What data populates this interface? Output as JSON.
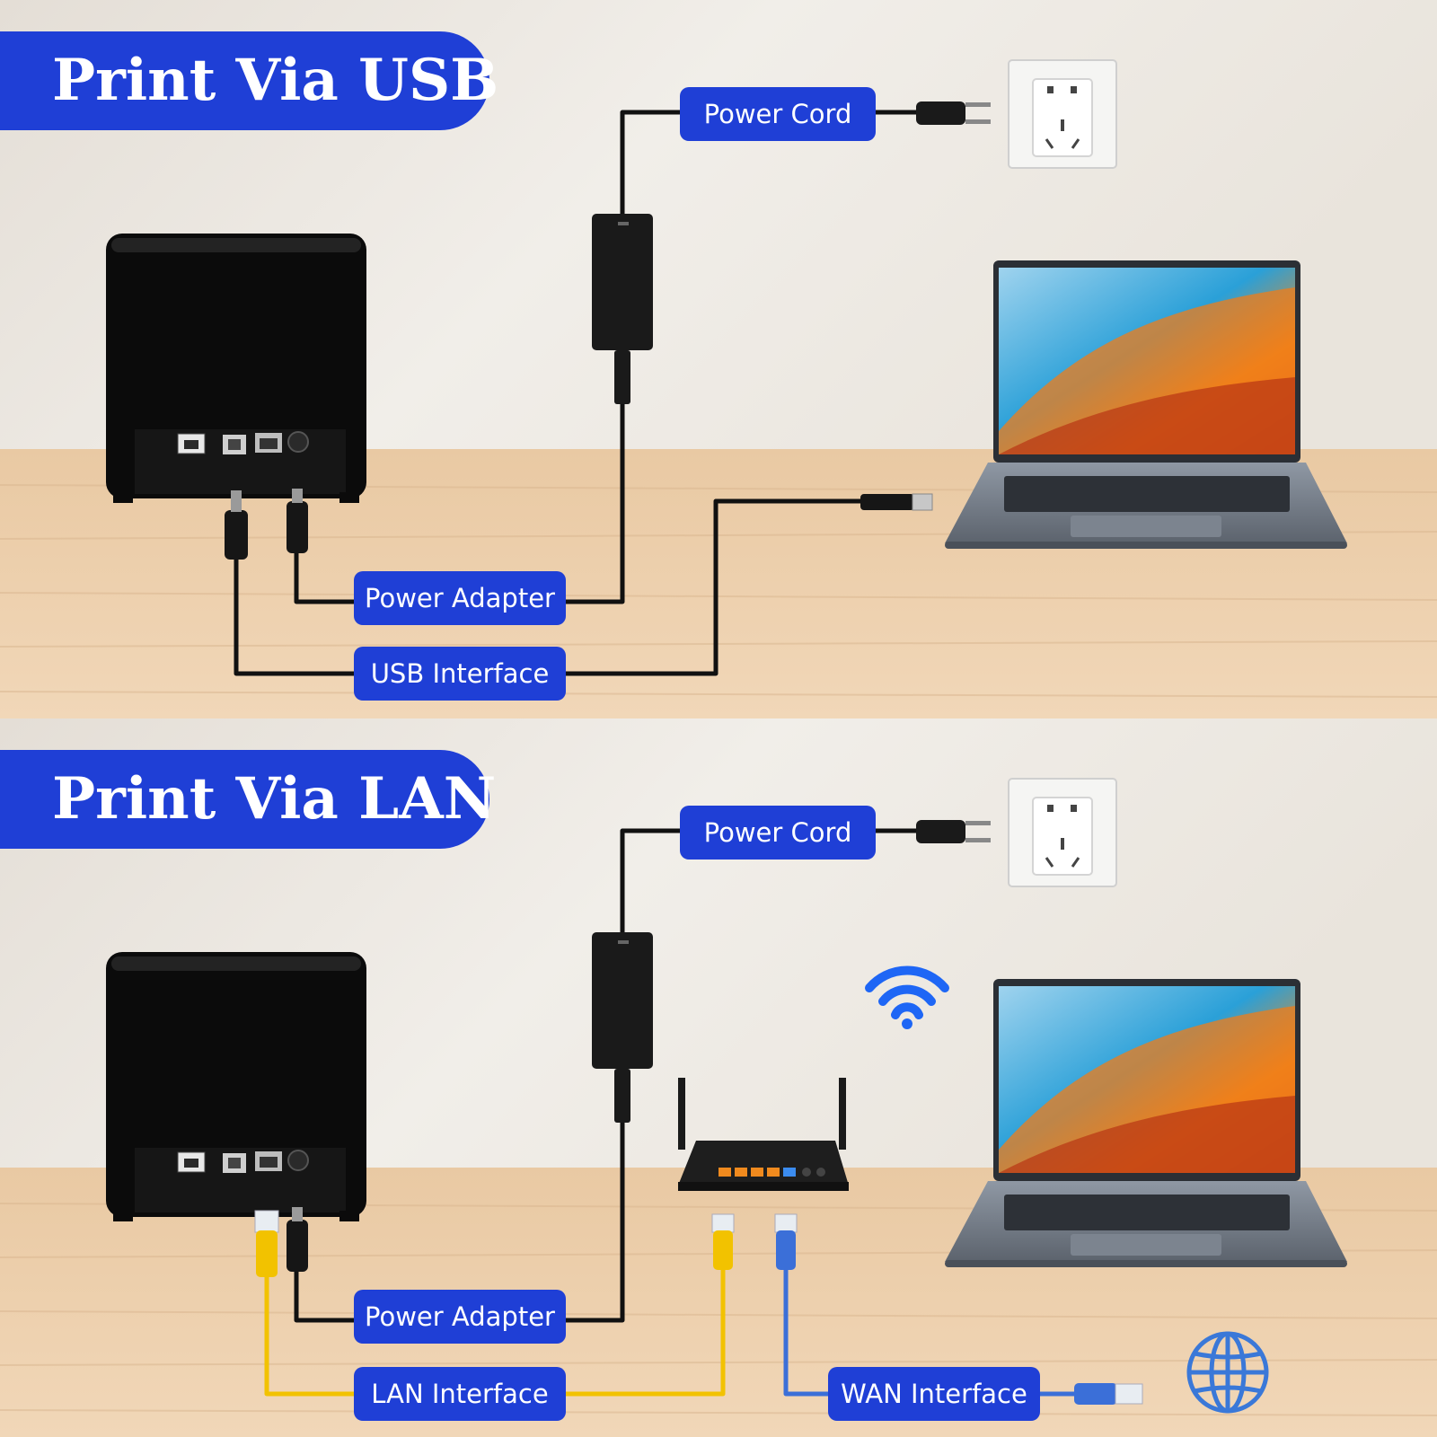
{
  "usb_panel": {
    "title": "Print Via USB",
    "labels": {
      "power_cord": "Power Cord",
      "power_adapter": "Power Adapter",
      "usb_interface": "USB Interface"
    }
  },
  "lan_panel": {
    "title": "Print Via LAN",
    "labels": {
      "power_cord": "Power Cord",
      "power_adapter": "Power Adapter",
      "lan_interface": "LAN Interface",
      "wan_interface": "WAN Interface"
    }
  },
  "colors": {
    "banner_blue": "#1f3fd6",
    "lan_cable": "#f2c200",
    "wan_cable": "#3b6fd8",
    "wifi_icon": "#1e66f5",
    "globe_icon": "#3a78d8"
  },
  "icons": [
    "printer-icon",
    "power-adapter-icon",
    "wall-socket-icon",
    "laptop-icon",
    "router-icon",
    "wifi-icon",
    "globe-icon",
    "usb-plug-icon",
    "rj45-plug-icon"
  ]
}
